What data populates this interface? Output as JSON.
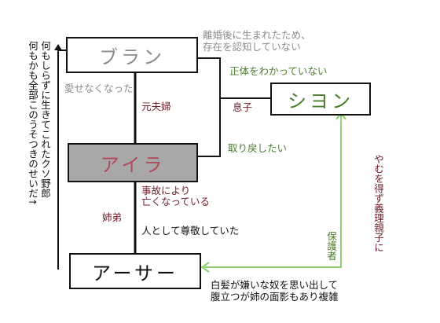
{
  "colors": {
    "grey_text": "#8c8c8c",
    "maroon_text": "#6e1e2a",
    "green_text": "#4a7d2c",
    "green_arrow": "#8fcf6e",
    "aira_fill": "#a8a8a8",
    "aira_text": "#b04a5a",
    "black": "#111111"
  },
  "nodes": {
    "bran": "ブラン",
    "shion": "シヨン",
    "aira": "アイラ",
    "arthur": "アーサー"
  },
  "labels": {
    "bran_note": [
      "離婚後に生まれたため、",
      "存在を認知していない"
    ],
    "bran_unloved": "愛せなくなった",
    "ex_spouse": "元夫婦",
    "identity": "正体をわかっていない",
    "son": "息子",
    "reclaim": "取り戻したい",
    "accident": [
      "事故により",
      "亡くなっている"
    ],
    "siblings": "姉弟",
    "respect": "人として尊敬していた",
    "guardian": "保護者",
    "reluctant": "やむを得ず義理親子に",
    "arthur_feel": [
      "白髪が嫌いな奴を思い出して",
      "腹立つが姉の面影もあり複雑"
    ],
    "left_vertical": [
      "何もかも全部このうそつきのせいだ↑",
      "何もしらずに生きてこれたクソ野郎"
    ]
  }
}
